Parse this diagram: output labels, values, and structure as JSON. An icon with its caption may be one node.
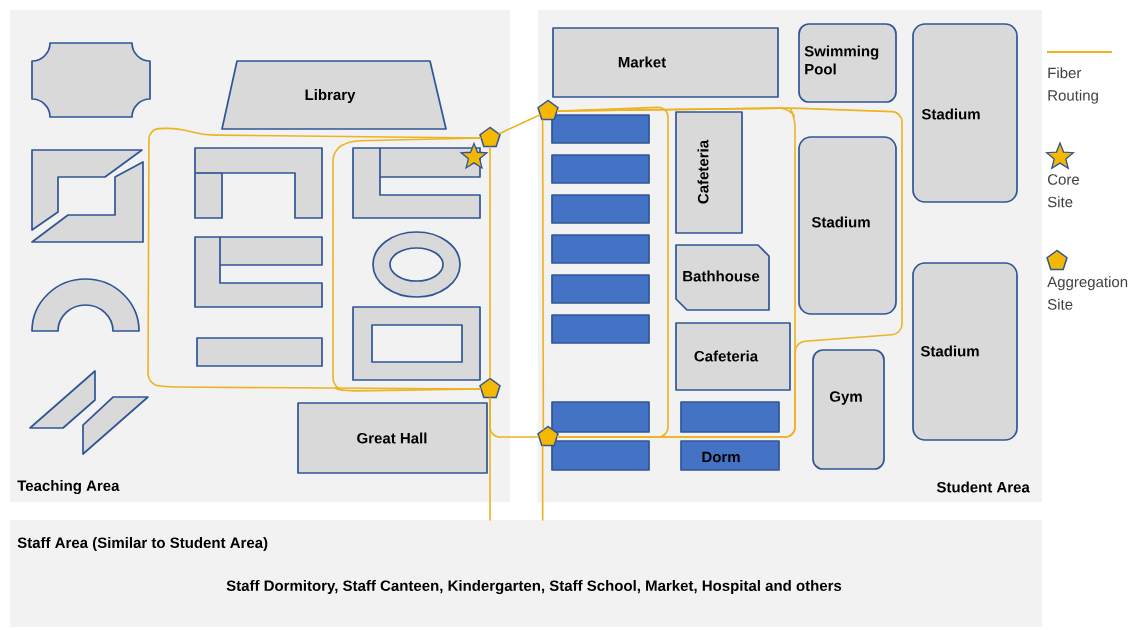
{
  "diagram": {
    "nodes": [
      {
        "text": [
          "Teaching Area"
        ]
      },
      {
        "text": [],
        "shape": "plaque",
        "in": 0
      },
      {
        "text": [
          "Library"
        ],
        "in": 0
      },
      {
        "text": [],
        "shape": "block",
        "in": 0
      },
      {
        "text": [],
        "shape": "block",
        "in": 0
      },
      {
        "text": [],
        "shape": "block",
        "in": 0
      },
      {
        "text": [],
        "shape": "star",
        "in": 0
      },
      {
        "text": [],
        "shape": "pentagon",
        "in": 0
      },
      {
        "text": [],
        "shape": "block",
        "in": 0
      },
      {
        "text": [],
        "shape": "ring",
        "in": 0
      },
      {
        "text": [],
        "shape": "arch",
        "in": 0
      },
      {
        "text": [],
        "shape": "box",
        "in": 0
      },
      {
        "text": [],
        "shape": "frame",
        "in": 0
      },
      {
        "text": [],
        "shape": "pentagon",
        "in": 0
      },
      {
        "text": [],
        "shape": "parallelogram",
        "in": 0
      },
      {
        "text": [],
        "shape": "parallelogram",
        "in": 0
      },
      {
        "text": [
          "Great Hall"
        ],
        "in": 0
      },
      {
        "text": [
          "Student Area"
        ]
      },
      {
        "text": [
          "Market"
        ],
        "in": 17
      },
      {
        "text": [
          "Swimming Pool"
        ],
        "in": 17
      },
      {
        "text": [
          "Stadium"
        ],
        "in": 17
      },
      {
        "text": [],
        "shape": "pentagon",
        "in": 17
      },
      {
        "text": [],
        "shape": "box",
        "in": 17
      },
      {
        "text": [
          "Cafeteria"
        ],
        "in": 17
      },
      {
        "text": [
          "Stadium"
        ],
        "in": 17
      },
      {
        "text": [],
        "shape": "box",
        "in": 17
      },
      {
        "text": [],
        "shape": "box",
        "in": 17
      },
      {
        "text": [],
        "shape": "box",
        "in": 17
      },
      {
        "text": [
          "Bathhouse"
        ],
        "in": 17
      },
      {
        "text": [],
        "shape": "box",
        "in": 17
      },
      {
        "text": [
          "Stadium"
        ],
        "in": 17
      },
      {
        "text": [],
        "shape": "box",
        "in": 17
      },
      {
        "text": [
          "Cafeteria"
        ],
        "in": 17
      },
      {
        "text": [
          "Gym"
        ],
        "in": 17
      },
      {
        "text": [],
        "shape": "box",
        "in": 17
      },
      {
        "text": [],
        "shape": "box",
        "in": 17
      },
      {
        "text": [],
        "shape": "pentagon",
        "in": 17
      },
      {
        "text": [],
        "shape": "box",
        "in": 17
      },
      {
        "text": [
          "Dorm"
        ],
        "in": 17
      },
      {
        "text": [
          "Staff Area (Similar to Student Area)",
          "Staff Dormitory, Staff Canteen, Kindergarten, Staff School, Market, Hospital and others"
        ]
      }
    ],
    "edges": [
      {
        "from": 7,
        "to": 21,
        "arrow": "none"
      },
      {
        "from": 7,
        "to": 13,
        "arrow": "none"
      },
      {
        "from": 7,
        "to": 13,
        "arrow": "none"
      },
      {
        "from": 7,
        "to": 13,
        "arrow": "none"
      },
      {
        "from": 13,
        "to": 36,
        "arrow": "none"
      },
      {
        "from": 13,
        "to": 39,
        "arrow": "none"
      },
      {
        "from": 21,
        "to": 36,
        "arrow": "none"
      },
      {
        "from": 36,
        "to": 39,
        "arrow": "none"
      },
      {
        "from": 21,
        "to": 36,
        "arrow": "none"
      },
      {
        "from": 21,
        "to": 36,
        "arrow": "none"
      },
      {
        "from": 21,
        "to": 36,
        "arrow": "none"
      }
    ],
    "legend": [
      {
        "text": "Fiber Routing"
      },
      {
        "text": "Core Site"
      },
      {
        "text": "Aggregation Site"
      }
    ]
  }
}
